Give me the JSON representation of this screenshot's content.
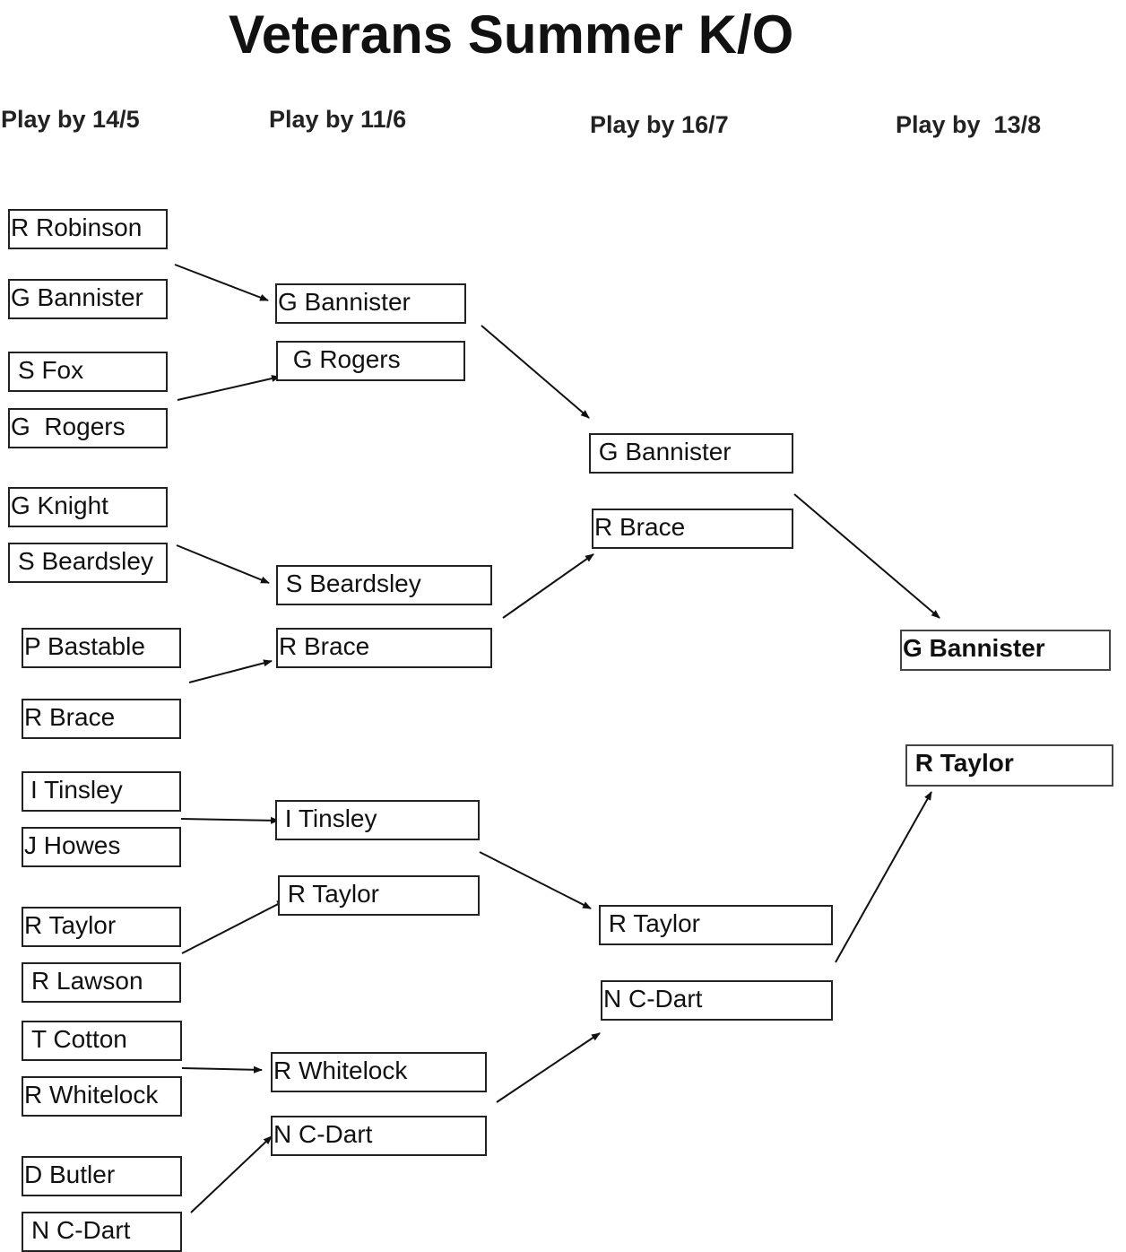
{
  "title": "Veterans Summer K/O",
  "rounds": [
    {
      "label": "Play by 14/5"
    },
    {
      "label": "Play by 11/6"
    },
    {
      "label": "Play by 16/7"
    },
    {
      "label": "Play by  13/8"
    }
  ],
  "round1": [
    "R Robinson",
    "G Bannister",
    "S Fox",
    "G  Rogers",
    "G Knight",
    "S Beardsley",
    "P Bastable",
    "R Brace",
    "I Tinsley",
    "J Howes",
    "R Taylor",
    "R Lawson",
    "T Cotton",
    "R Whitelock",
    "D Butler",
    "N C-Dart"
  ],
  "round2": [
    "G Bannister",
    " G Rogers",
    " S Beardsley",
    "R Brace",
    " I Tinsley",
    " R Taylor",
    "R Whitelock",
    "N C-Dart"
  ],
  "round3": [
    " G Bannister",
    "R Brace",
    " R Taylor",
    "N C-Dart"
  ],
  "final": [
    "G Bannister",
    " R Taylor"
  ]
}
